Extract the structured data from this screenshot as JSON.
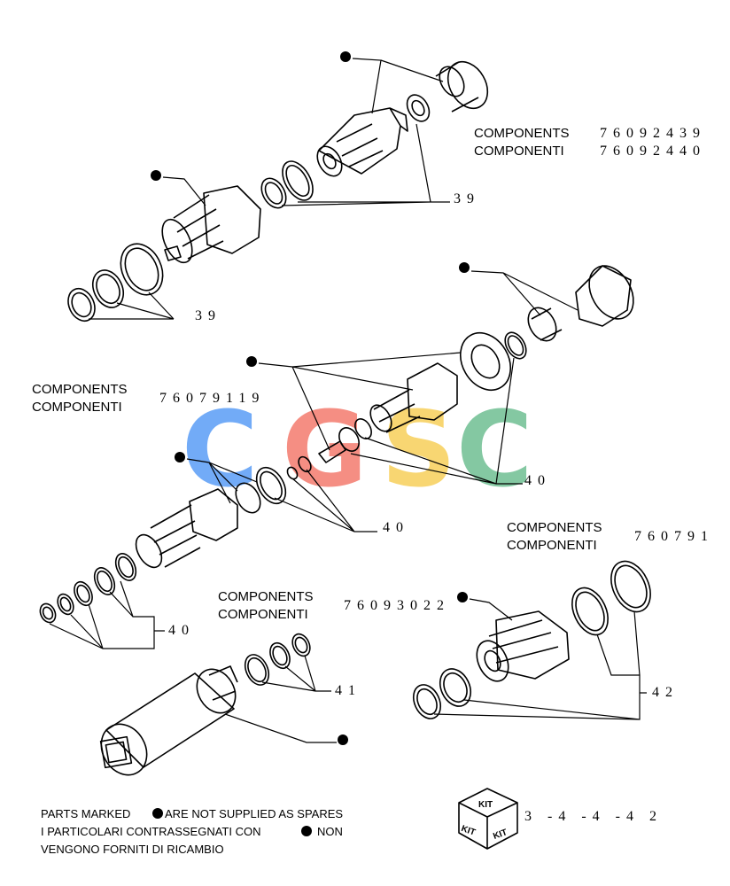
{
  "component_labels": [
    {
      "line1": "COMPONENTS",
      "line2": "COMPONENTI",
      "code1": "76092439",
      "code2": "76092440"
    },
    {
      "line1": "COMPONENTS",
      "line2": "COMPONENTI",
      "code1": "76079119"
    },
    {
      "line1": "COMPONENTS",
      "line2": "COMPONENTI",
      "code1": "760791"
    },
    {
      "line1": "COMPONENTS",
      "line2": "COMPONENTI",
      "code1": "76093022"
    }
  ],
  "callouts": {
    "c39_top": "39",
    "c39_left": "39",
    "c40_right": "40",
    "c40_mid": "40",
    "c40_low": "40",
    "c41": "41",
    "c42": "42"
  },
  "watermark": {
    "letters": [
      "C",
      "G",
      "S",
      "C"
    ],
    "colors": [
      "#5a9df6",
      "#f47b6e",
      "#f7d05a",
      "#6fbf92"
    ]
  },
  "note": {
    "line1a": "PARTS MARKED",
    "line1b": "ARE NOT SUPPLIED AS SPARES",
    "line2a": "I  PARTICOLARI  CONTRASSEGNATI  CON",
    "line2b": "NON",
    "line3": "VENGONO FORNITI DI RICAMBIO"
  },
  "kit": {
    "label": "KIT",
    "refs": "3 -4 -4 -4 2"
  }
}
